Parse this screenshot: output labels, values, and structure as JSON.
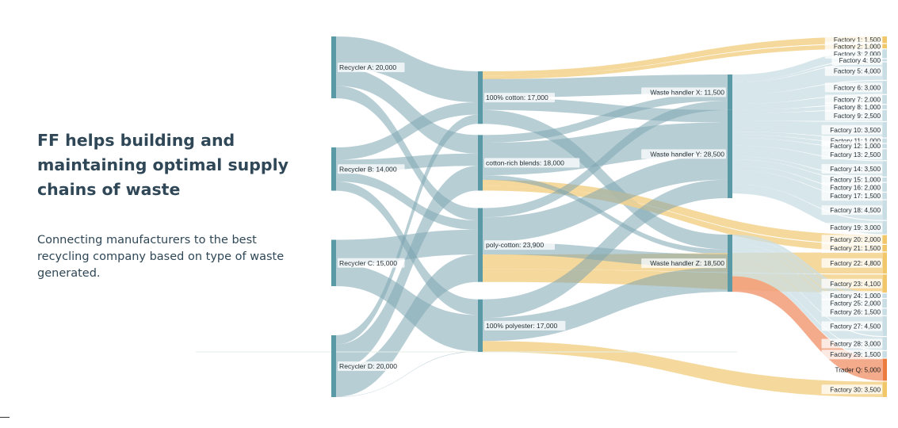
{
  "headline": "FF helps building and maintaining optimal supply chains of waste",
  "subtext": "Connecting manufacturers to the best recycling company based on type of waste generated.",
  "colors": {
    "node_teal": "#5a99a6",
    "link_teal": "#7ea6b2",
    "link_light": "#c9dde4",
    "link_yellow": "#f3d18a",
    "node_yellow": "#f1c769",
    "link_orange": "#f3a27e",
    "node_orange": "#ec7b3f",
    "node_factory": "#c9dde4"
  },
  "chart_data": {
    "type": "sankey",
    "nodes": [
      {
        "id": "RA",
        "label": "Recycler A: 20,000",
        "value": 20000,
        "stage": 0
      },
      {
        "id": "RB",
        "label": "Recycler B: 14,000",
        "value": 14000,
        "stage": 0
      },
      {
        "id": "RC",
        "label": "Recycler C: 15,000",
        "value": 15000,
        "stage": 0
      },
      {
        "id": "RD",
        "label": "Recycler D: 20,000",
        "value": 20000,
        "stage": 0
      },
      {
        "id": "C100",
        "label": "100% cotton: 17,000",
        "value": 17000,
        "stage": 1
      },
      {
        "id": "CRB",
        "label": "cotton-rich blends: 18,000",
        "value": 18000,
        "stage": 1
      },
      {
        "id": "PC",
        "label": "poly-cotton: 23,900",
        "value": 23900,
        "stage": 1
      },
      {
        "id": "P100",
        "label": "100% polyester: 17,000",
        "value": 17000,
        "stage": 1
      },
      {
        "id": "WX",
        "label": "Waste handler X: 11,500",
        "value": 11500,
        "stage": 2
      },
      {
        "id": "WY",
        "label": "Waste handler Y: 28,500",
        "value": 28500,
        "stage": 2
      },
      {
        "id": "WZ",
        "label": "Waste handler Z: 18,500",
        "value": 18500,
        "stage": 2
      },
      {
        "id": "F1",
        "label": "Factory 1: 1,500",
        "value": 1500,
        "stage": 3,
        "color": "yellow"
      },
      {
        "id": "F2",
        "label": "Factory 2: 1,000",
        "value": 1000,
        "stage": 3,
        "color": "yellow"
      },
      {
        "id": "F3",
        "label": "Factory 3: 2,000",
        "value": 2000,
        "stage": 3
      },
      {
        "id": "F4",
        "label": "Factory 4: 500",
        "value": 500,
        "stage": 3
      },
      {
        "id": "F5",
        "label": "Factory 5: 4,000",
        "value": 4000,
        "stage": 3
      },
      {
        "id": "F6",
        "label": "Factory 6: 3,000",
        "value": 3000,
        "stage": 3
      },
      {
        "id": "F7",
        "label": "Factory 7: 2,000",
        "value": 2000,
        "stage": 3
      },
      {
        "id": "F8",
        "label": "Factory 8: 1,000",
        "value": 1000,
        "stage": 3
      },
      {
        "id": "F9",
        "label": "Factory 9: 2,500",
        "value": 2500,
        "stage": 3
      },
      {
        "id": "F10",
        "label": "Factory 10: 3,500",
        "value": 3500,
        "stage": 3
      },
      {
        "id": "F11",
        "label": "Factory 11: 1,000",
        "value": 1000,
        "stage": 3
      },
      {
        "id": "F12",
        "label": "Factory 12: 1,000",
        "value": 1000,
        "stage": 3
      },
      {
        "id": "F13",
        "label": "Factory 13: 2,500",
        "value": 2500,
        "stage": 3
      },
      {
        "id": "F14",
        "label": "Factory 14: 3,500",
        "value": 3500,
        "stage": 3
      },
      {
        "id": "F15",
        "label": "Factory 15: 1,000",
        "value": 1000,
        "stage": 3
      },
      {
        "id": "F16",
        "label": "Factory 16: 2,000",
        "value": 2000,
        "stage": 3
      },
      {
        "id": "F17",
        "label": "Factory 17: 1,500",
        "value": 1500,
        "stage": 3
      },
      {
        "id": "F18",
        "label": "Factory 18: 4,500",
        "value": 4500,
        "stage": 3
      },
      {
        "id": "F19",
        "label": "Factory 19: 3,000",
        "value": 3000,
        "stage": 3
      },
      {
        "id": "F20",
        "label": "Factory 20: 2,000",
        "value": 2000,
        "stage": 3,
        "color": "yellow"
      },
      {
        "id": "F21",
        "label": "Factory 21: 1,500",
        "value": 1500,
        "stage": 3,
        "color": "yellow"
      },
      {
        "id": "F22",
        "label": "Factory 22: 4,800",
        "value": 4800,
        "stage": 3,
        "color": "yellow"
      },
      {
        "id": "F23",
        "label": "Factory 23: 4,100",
        "value": 4100,
        "stage": 3,
        "color": "yellow"
      },
      {
        "id": "F24",
        "label": "Factory 24: 1,000",
        "value": 1000,
        "stage": 3
      },
      {
        "id": "F25",
        "label": "Factory 25: 2,000",
        "value": 2000,
        "stage": 3
      },
      {
        "id": "F26",
        "label": "Factory 26: 1,500",
        "value": 1500,
        "stage": 3
      },
      {
        "id": "F27",
        "label": "Factory 27: 4,500",
        "value": 4500,
        "stage": 3
      },
      {
        "id": "F28",
        "label": "Factory 28: 3,000",
        "value": 3000,
        "stage": 3
      },
      {
        "id": "F29",
        "label": "Factory 29: 1,500",
        "value": 1500,
        "stage": 3
      },
      {
        "id": "TQ",
        "label": "Trader Q: 5,000",
        "value": 5000,
        "stage": 3,
        "color": "orange"
      },
      {
        "id": "F30",
        "label": "Factory 30: 3,500",
        "value": 3500,
        "stage": 3,
        "color": "yellow"
      }
    ],
    "links": [
      {
        "source": "RA",
        "target": "C100",
        "value": 10000
      },
      {
        "source": "RA",
        "target": "CRB",
        "value": 6000
      },
      {
        "source": "RA",
        "target": "PC",
        "value": 4000
      },
      {
        "source": "RB",
        "target": "C100",
        "value": 4000
      },
      {
        "source": "RB",
        "target": "CRB",
        "value": 4000
      },
      {
        "source": "RB",
        "target": "PC",
        "value": 3000
      },
      {
        "source": "RB",
        "target": "P100",
        "value": 3000
      },
      {
        "source": "RC",
        "target": "PC",
        "value": 8000
      },
      {
        "source": "RC",
        "target": "P100",
        "value": 7000
      },
      {
        "source": "RD",
        "target": "C100",
        "value": 3000
      },
      {
        "source": "RD",
        "target": "CRB",
        "value": 8000
      },
      {
        "source": "RD",
        "target": "PC",
        "value": 8900
      },
      {
        "source": "RD",
        "target": "P100",
        "value": 100
      },
      {
        "source": "C100",
        "target": "F1",
        "value": 1500,
        "color": "yellow"
      },
      {
        "source": "C100",
        "target": "F2",
        "value": 1000,
        "color": "yellow"
      },
      {
        "source": "C100",
        "target": "WX",
        "value": 6000
      },
      {
        "source": "C100",
        "target": "WY",
        "value": 4000
      },
      {
        "source": "C100",
        "target": "WZ",
        "value": 4500
      },
      {
        "source": "CRB",
        "target": "WX",
        "value": 2500
      },
      {
        "source": "CRB",
        "target": "WY",
        "value": 10500
      },
      {
        "source": "CRB",
        "target": "F20",
        "value": 2000,
        "color": "yellow"
      },
      {
        "source": "CRB",
        "target": "F21",
        "value": 1500,
        "color": "yellow"
      },
      {
        "source": "CRB",
        "target": "WZ",
        "value": 1500
      },
      {
        "source": "PC",
        "target": "WX",
        "value": 3000
      },
      {
        "source": "PC",
        "target": "WY",
        "value": 8000
      },
      {
        "source": "PC",
        "target": "F22",
        "value": 4800,
        "color": "yellow"
      },
      {
        "source": "PC",
        "target": "F23",
        "value": 4100,
        "color": "yellow"
      },
      {
        "source": "PC",
        "target": "WZ",
        "value": 4000
      },
      {
        "source": "P100",
        "target": "WY",
        "value": 6000
      },
      {
        "source": "P100",
        "target": "WZ",
        "value": 7500
      },
      {
        "source": "P100",
        "target": "F30",
        "value": 3500,
        "color": "yellow"
      },
      {
        "source": "WX",
        "target": "F3",
        "value": 2000
      },
      {
        "source": "WX",
        "target": "F4",
        "value": 500
      },
      {
        "source": "WX",
        "target": "F5",
        "value": 4000
      },
      {
        "source": "WX",
        "target": "F6",
        "value": 3000
      },
      {
        "source": "WX",
        "target": "F7",
        "value": 2000
      },
      {
        "source": "WY",
        "target": "F8",
        "value": 1000
      },
      {
        "source": "WY",
        "target": "F9",
        "value": 2500
      },
      {
        "source": "WY",
        "target": "F10",
        "value": 3500
      },
      {
        "source": "WY",
        "target": "F11",
        "value": 1000
      },
      {
        "source": "WY",
        "target": "F12",
        "value": 1000
      },
      {
        "source": "WY",
        "target": "F13",
        "value": 2500
      },
      {
        "source": "WY",
        "target": "F14",
        "value": 3500
      },
      {
        "source": "WY",
        "target": "F15",
        "value": 1000
      },
      {
        "source": "WY",
        "target": "F16",
        "value": 2000
      },
      {
        "source": "WY",
        "target": "F17",
        "value": 1500
      },
      {
        "source": "WY",
        "target": "F18",
        "value": 4500
      },
      {
        "source": "WY",
        "target": "F19",
        "value": 3000
      },
      {
        "source": "WZ",
        "target": "F24",
        "value": 1000
      },
      {
        "source": "WZ",
        "target": "F25",
        "value": 2000
      },
      {
        "source": "WZ",
        "target": "F26",
        "value": 1500
      },
      {
        "source": "WZ",
        "target": "F27",
        "value": 4500
      },
      {
        "source": "WZ",
        "target": "F28",
        "value": 3000
      },
      {
        "source": "WZ",
        "target": "F29",
        "value": 1500
      },
      {
        "source": "WZ",
        "target": "TQ",
        "value": 5000,
        "color": "orange"
      }
    ]
  }
}
